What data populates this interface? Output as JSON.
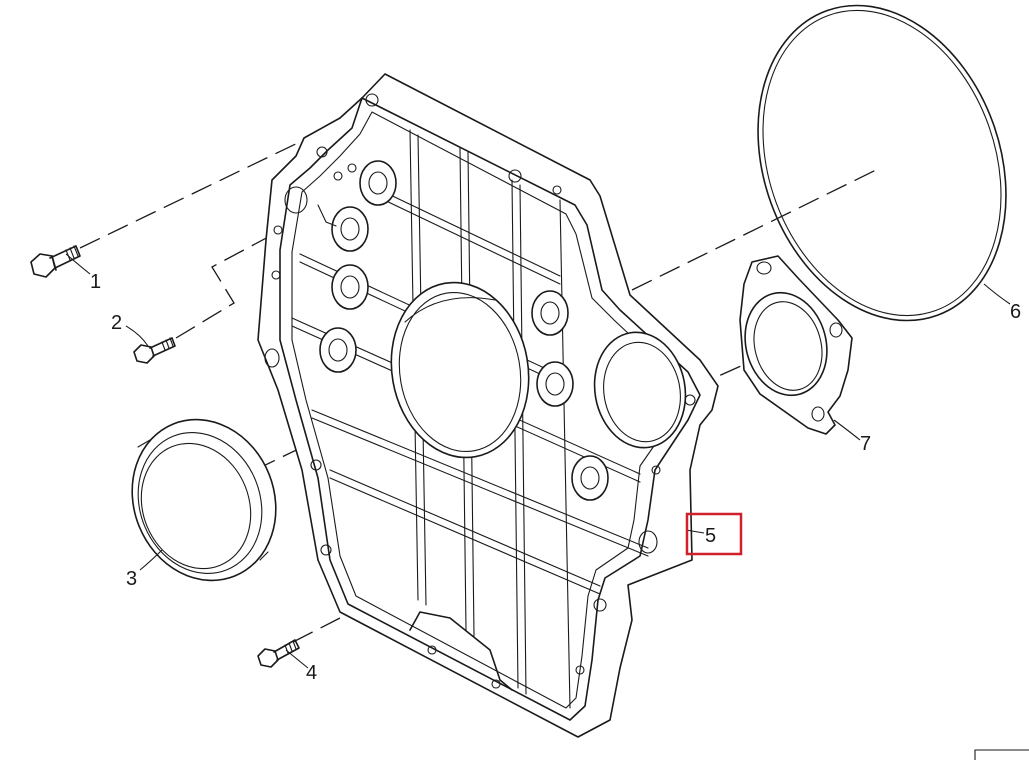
{
  "diagram": {
    "highlight_color": "#d0202a",
    "line_color": "#1a1a1a",
    "callouts": [
      {
        "id": "1",
        "label": "1",
        "part": "bolt"
      },
      {
        "id": "2",
        "label": "2",
        "part": "bolt"
      },
      {
        "id": "3",
        "label": "3",
        "part": "seal-ring"
      },
      {
        "id": "4",
        "label": "4",
        "part": "bolt"
      },
      {
        "id": "5",
        "label": "5",
        "part": "cover-plate",
        "highlighted": true
      },
      {
        "id": "6",
        "label": "6",
        "part": "o-ring"
      },
      {
        "id": "7",
        "label": "7",
        "part": "flange-seal"
      }
    ]
  }
}
